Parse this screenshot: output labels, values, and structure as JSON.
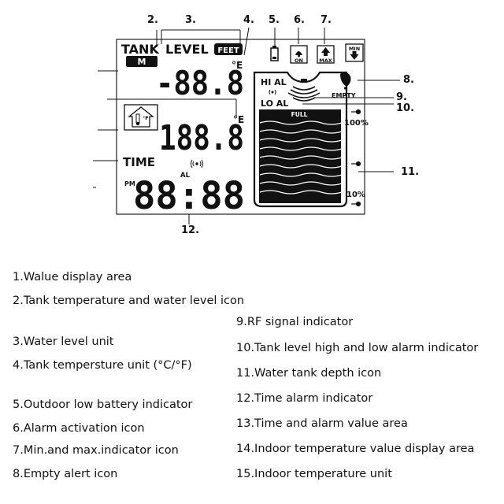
{
  "callouts": {
    "c2": "2.",
    "c3": "3.",
    "c4": "4.",
    "c5": "5.",
    "c6": "6.",
    "c7": "7.",
    "c8": "8.",
    "c9": "9.",
    "c10": "10.",
    "c11": "11.",
    "c12": "12."
  },
  "lcd": {
    "tank_label": "TANK",
    "level_label": "LEVEL",
    "feet_label": "FEET",
    "m_label": "M",
    "tank_value": "-88.8",
    "tank_unit": "°E",
    "indoor_value": "188.8",
    "indoor_unit": "°E",
    "house_unit": "°F",
    "time_label": "TIME",
    "pm_label": "PM",
    "al_label": "AL",
    "time_value": "88:88",
    "on_label": "ON",
    "max_label": "MAX",
    "min_label": "MIN",
    "hi_al": "HI AL",
    "lo_al": "LO AL",
    "empty_label": "EMPTY",
    "full_label": "FULL",
    "pct_100": "100%",
    "pct_10": "10%"
  },
  "legend_left": [
    "1.Walue display area",
    "2.Tank temperature and water level icon",
    "3.Water level unit",
    "4.Tank tempersture unit (°C/°F)",
    "5.Outdoor low battery indicator",
    "6.Alarm activation icon",
    "7.Min.and max.indicator icon",
    "8.Empty alert icon"
  ],
  "legend_right": [
    "9.RF signal indicator",
    "10.Tank level high and low alarm indicator",
    "11.Water tank depth icon",
    "12.Time alarm indicator",
    "13.Time and alarm value area",
    "14.Indoor temperature value display area",
    "15.Indoor temperature unit"
  ]
}
